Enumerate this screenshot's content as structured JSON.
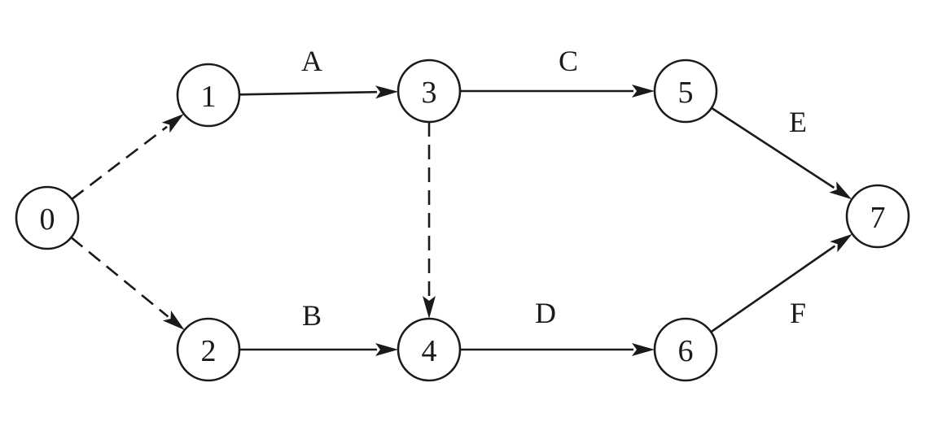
{
  "diagram": {
    "type": "activity-on-arrow network",
    "nodes": [
      {
        "id": "0",
        "label": "0"
      },
      {
        "id": "1",
        "label": "1"
      },
      {
        "id": "2",
        "label": "2"
      },
      {
        "id": "3",
        "label": "3"
      },
      {
        "id": "4",
        "label": "4"
      },
      {
        "id": "5",
        "label": "5"
      },
      {
        "id": "6",
        "label": "6"
      },
      {
        "id": "7",
        "label": "7"
      }
    ],
    "edges": [
      {
        "from": "0",
        "to": "1",
        "label": "",
        "style": "dashed"
      },
      {
        "from": "0",
        "to": "2",
        "label": "",
        "style": "dashed"
      },
      {
        "from": "1",
        "to": "3",
        "label": "A",
        "style": "solid"
      },
      {
        "from": "2",
        "to": "4",
        "label": "B",
        "style": "solid"
      },
      {
        "from": "3",
        "to": "5",
        "label": "C",
        "style": "solid"
      },
      {
        "from": "3",
        "to": "4",
        "label": "",
        "style": "dashed"
      },
      {
        "from": "4",
        "to": "6",
        "label": "D",
        "style": "solid"
      },
      {
        "from": "5",
        "to": "7",
        "label": "E",
        "style": "solid"
      },
      {
        "from": "6",
        "to": "7",
        "label": "F",
        "style": "solid"
      }
    ],
    "colors": {
      "line": "#1a1a1a",
      "background": "#ffffff"
    }
  }
}
